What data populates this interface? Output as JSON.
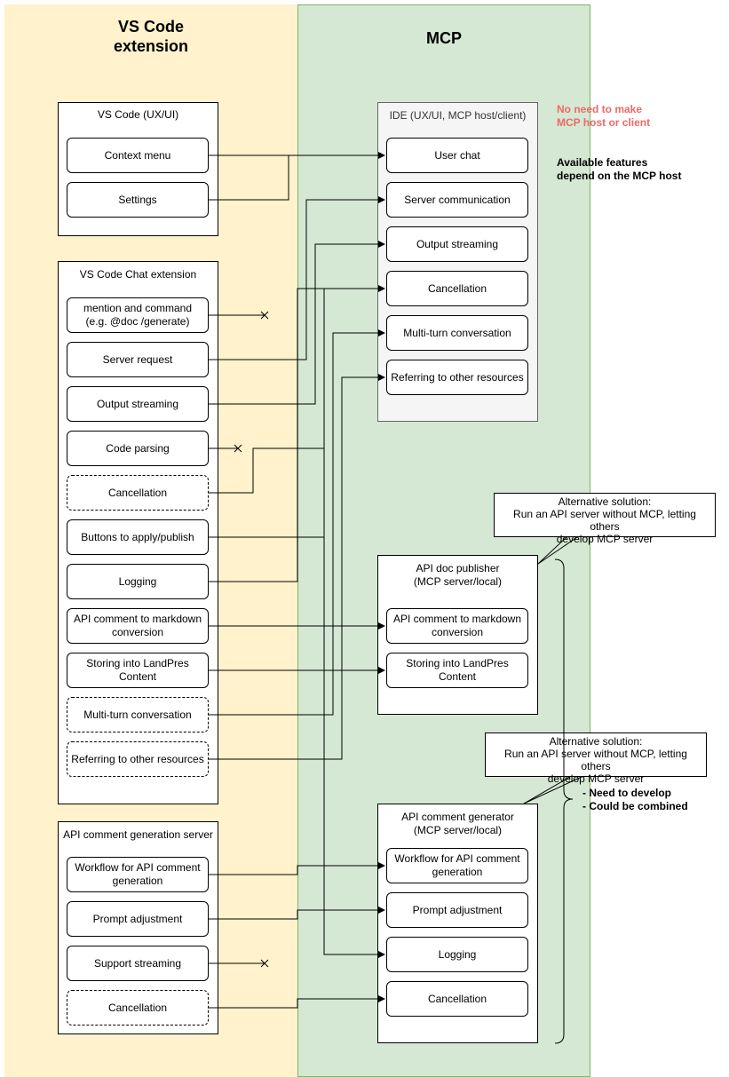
{
  "lanes": {
    "vscode_title": "VS Code\nextension",
    "mcp_title": "MCP"
  },
  "vscode_ui": {
    "title": "VS Code (UX/UI)",
    "items": [
      "Context menu",
      "Settings"
    ]
  },
  "chat_ext": {
    "title": "VS Code Chat extension",
    "items": [
      {
        "label": "mention and command\n(e.g. @doc /generate)",
        "dashed": false
      },
      {
        "label": "Server request",
        "dashed": false
      },
      {
        "label": "Output streaming",
        "dashed": false
      },
      {
        "label": "Code parsing",
        "dashed": false
      },
      {
        "label": "Cancellation",
        "dashed": true
      },
      {
        "label": "Buttons to apply/publish",
        "dashed": false
      },
      {
        "label": "Logging",
        "dashed": false
      },
      {
        "label": "API comment to markdown\nconversion",
        "dashed": false
      },
      {
        "label": "Storing into LandPres\nContent",
        "dashed": false
      },
      {
        "label": "Multi-turn conversation",
        "dashed": true
      },
      {
        "label": "Referring to other resources",
        "dashed": true
      }
    ]
  },
  "gen_server": {
    "title": "API comment generation server",
    "items": [
      {
        "label": "Workflow for API comment\ngeneration",
        "dashed": false
      },
      {
        "label": "Prompt adjustment",
        "dashed": false
      },
      {
        "label": "Support streaming",
        "dashed": false
      },
      {
        "label": "Cancellation",
        "dashed": true
      }
    ]
  },
  "ide": {
    "title": "IDE (UX/UI, MCP host/client)",
    "items": [
      "User chat",
      "Server communication",
      "Output streaming",
      "Cancellation",
      "Multi-turn conversation",
      "Referring to other resources"
    ]
  },
  "doc_publisher": {
    "title": "API doc publisher\n(MCP server/local)",
    "items": [
      "API comment to markdown\nconversion",
      "Storing into LandPres\nContent"
    ]
  },
  "comment_generator": {
    "title": "API comment generator\n(MCP server/local)",
    "items": [
      "Workflow for API comment\ngeneration",
      "Prompt adjustment",
      "Logging",
      "Cancellation"
    ]
  },
  "notes": {
    "no_need": "No need to make\nMCP host or client",
    "available": "Available features\ndepend on the MCP host",
    "need_develop": "- Need to develop\n- Could be combined"
  },
  "callouts": {
    "alt1": "Alternative solution:\nRun an API server without MCP, letting others\ndevelop MCP server",
    "alt2": "Alternative solution:\nRun an API server without MCP, letting others\ndevelop MCP server"
  },
  "colors": {
    "vscode_lane": "#fff2cc",
    "mcp_lane": "#d5e8d4",
    "note_red": "#ea6b66"
  }
}
